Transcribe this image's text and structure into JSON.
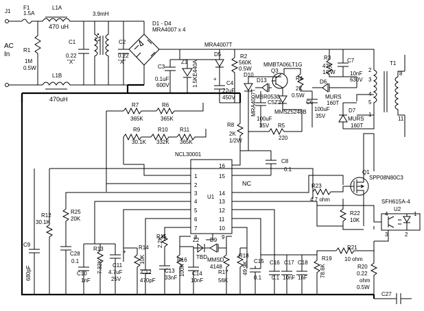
{
  "input": {
    "j1": "J1",
    "ac1": "AC",
    "ac2": "In"
  },
  "fuse": {
    "ref": "F1",
    "val": "1.5A"
  },
  "l1a": {
    "ref": "L1A",
    "val": "470 uH"
  },
  "l1b": {
    "ref": "L1B",
    "val": "470uH"
  },
  "r1": {
    "ref": "R1",
    "v1": "1M",
    "v2": "0.5W"
  },
  "c1": {
    "ref": "C1",
    "v1": "0.22",
    "v2": "\"X\""
  },
  "l2": {
    "ref": "L2",
    "val": "3.9mH"
  },
  "c2": {
    "ref": "C2",
    "v1": "0.22",
    "v2": "\"X\""
  },
  "bridge": {
    "ref": "D1 - D4",
    "val": "MRA4007 x 4"
  },
  "c3": {
    "ref": "C3",
    "v1": "0.1uF",
    "v2": "600V"
  },
  "z1": {
    "ref": "Z1",
    "val": "1.5KE440A"
  },
  "d5": {
    "ref": "D5",
    "val": "MRA4007T"
  },
  "r2": {
    "ref": "R2",
    "v1": "560K",
    "v2": "0.5W"
  },
  "c4": {
    "ref": "C4",
    "v1": "22uF",
    "v2": "450V"
  },
  "d10": {
    "ref": "D10",
    "val": "MRA4007T"
  },
  "d13": {
    "ref": "D13",
    "val": "MBR0530"
  },
  "q3": {
    "ref": "Q3",
    "val": "MMBTA06LT1G"
  },
  "r4": {
    "ref": "R4",
    "v1": "2K",
    "v2": "0.5W"
  },
  "z3": {
    "ref": "Z3",
    "val": "MMSZ5248B"
  },
  "c5": {
    "ref": "C5",
    "v1": "100uF",
    "v2": "35V"
  },
  "c6": {
    "ref": "C6",
    "v1": "100uF",
    "v2": "35V"
  },
  "d6": {
    "ref": "D6",
    "v1": "MURS",
    "v2": "160T"
  },
  "r3": {
    "ref": "R3",
    "v1": "47K",
    "v2": "1/2W"
  },
  "c7": {
    "ref": "C7",
    "v1": "10nF",
    "v2": "630V"
  },
  "t1": {
    "ref": "T1",
    "p2": "2",
    "p3": "3",
    "p4": "4",
    "p5": "5",
    "p1": "1",
    "p8": "8",
    "p11": "11"
  },
  "d7": {
    "ref": "D7",
    "v1": "MURS",
    "v2": "160T"
  },
  "r7": {
    "ref": "R7",
    "val": "365K"
  },
  "r6": {
    "ref": "R6",
    "val": "365K"
  },
  "r9": {
    "ref": "R9",
    "val": "30.1K"
  },
  "r10": {
    "ref": "R10",
    "val": "332K"
  },
  "r11": {
    "ref": "R11",
    "val": "365K"
  },
  "r8": {
    "ref": "R8",
    "v1": "2K",
    "v2": "1/2W"
  },
  "r5": {
    "ref": "R5",
    "val": "220"
  },
  "c8": {
    "ref": "C8",
    "val": "0.1"
  },
  "u1": {
    "part": "NCL30001",
    "ref": "U1",
    "nc": "NC",
    "pins": [
      "1",
      "2",
      "3",
      "4",
      "5",
      "6",
      "7",
      "8",
      "9",
      "10",
      "11",
      "12",
      "13",
      "14",
      "15",
      "16"
    ]
  },
  "q1": {
    "ref": "Q1",
    "val": "SPP08N80C3"
  },
  "r23": {
    "ref": "R23",
    "val": "4.7 ohm"
  },
  "r22": {
    "ref": "R22",
    "val": "10K"
  },
  "u2": {
    "part": "SFH615A-4",
    "ref": "U2",
    "p4": "4",
    "p1": "1",
    "p3": "3",
    "p2": "2"
  },
  "c9": {
    "ref": "C9",
    "val": "680pF"
  },
  "r12": {
    "ref": "R12",
    "val": "30.1K"
  },
  "r25": {
    "ref": "R25",
    "val": "20K"
  },
  "c28": {
    "ref": "C28",
    "val": "0.1"
  },
  "c10": {
    "ref": "C10",
    "val": "1nF"
  },
  "r13": {
    "ref": "R13",
    "val": "7.32K"
  },
  "c11": {
    "ref": "C11",
    "v1": "4.7uF",
    "v2": "25V"
  },
  "r14": {
    "ref": "R14",
    "val": "10K"
  },
  "c12": {
    "ref": "C12",
    "val": "470pF"
  },
  "r15": {
    "ref": "R15",
    "val": "2.2K"
  },
  "c13": {
    "ref": "C13",
    "val": "33nF"
  },
  "r16": {
    "ref": "R16",
    "val": "100K"
  },
  "c14": {
    "ref": "C14",
    "val": "10nF"
  },
  "z2": {
    "ref": "Z2",
    "val": "TBD"
  },
  "d9": {
    "ref": "D9",
    "v1": "MMSD",
    "v2": "4148"
  },
  "r17": {
    "ref": "R17",
    "val": "56K"
  },
  "r18": {
    "ref": "R18",
    "val": "49.9K"
  },
  "c15": {
    "ref": "C15",
    "val": "0.1"
  },
  "c16": {
    "ref": "C16",
    "val": "0.1"
  },
  "c17": {
    "ref": "C17",
    "val": "10nF"
  },
  "c18": {
    "ref": "C18",
    "val": "1nF"
  },
  "r19": {
    "ref": "R19",
    "val": "78.6K"
  },
  "r21": {
    "ref": "R21",
    "val": "10 ohm"
  },
  "r20": {
    "ref": "R20",
    "v1": "0.22",
    "v2": "ohm",
    "v3": "0.5W"
  },
  "c27": {
    "ref": "C27"
  }
}
